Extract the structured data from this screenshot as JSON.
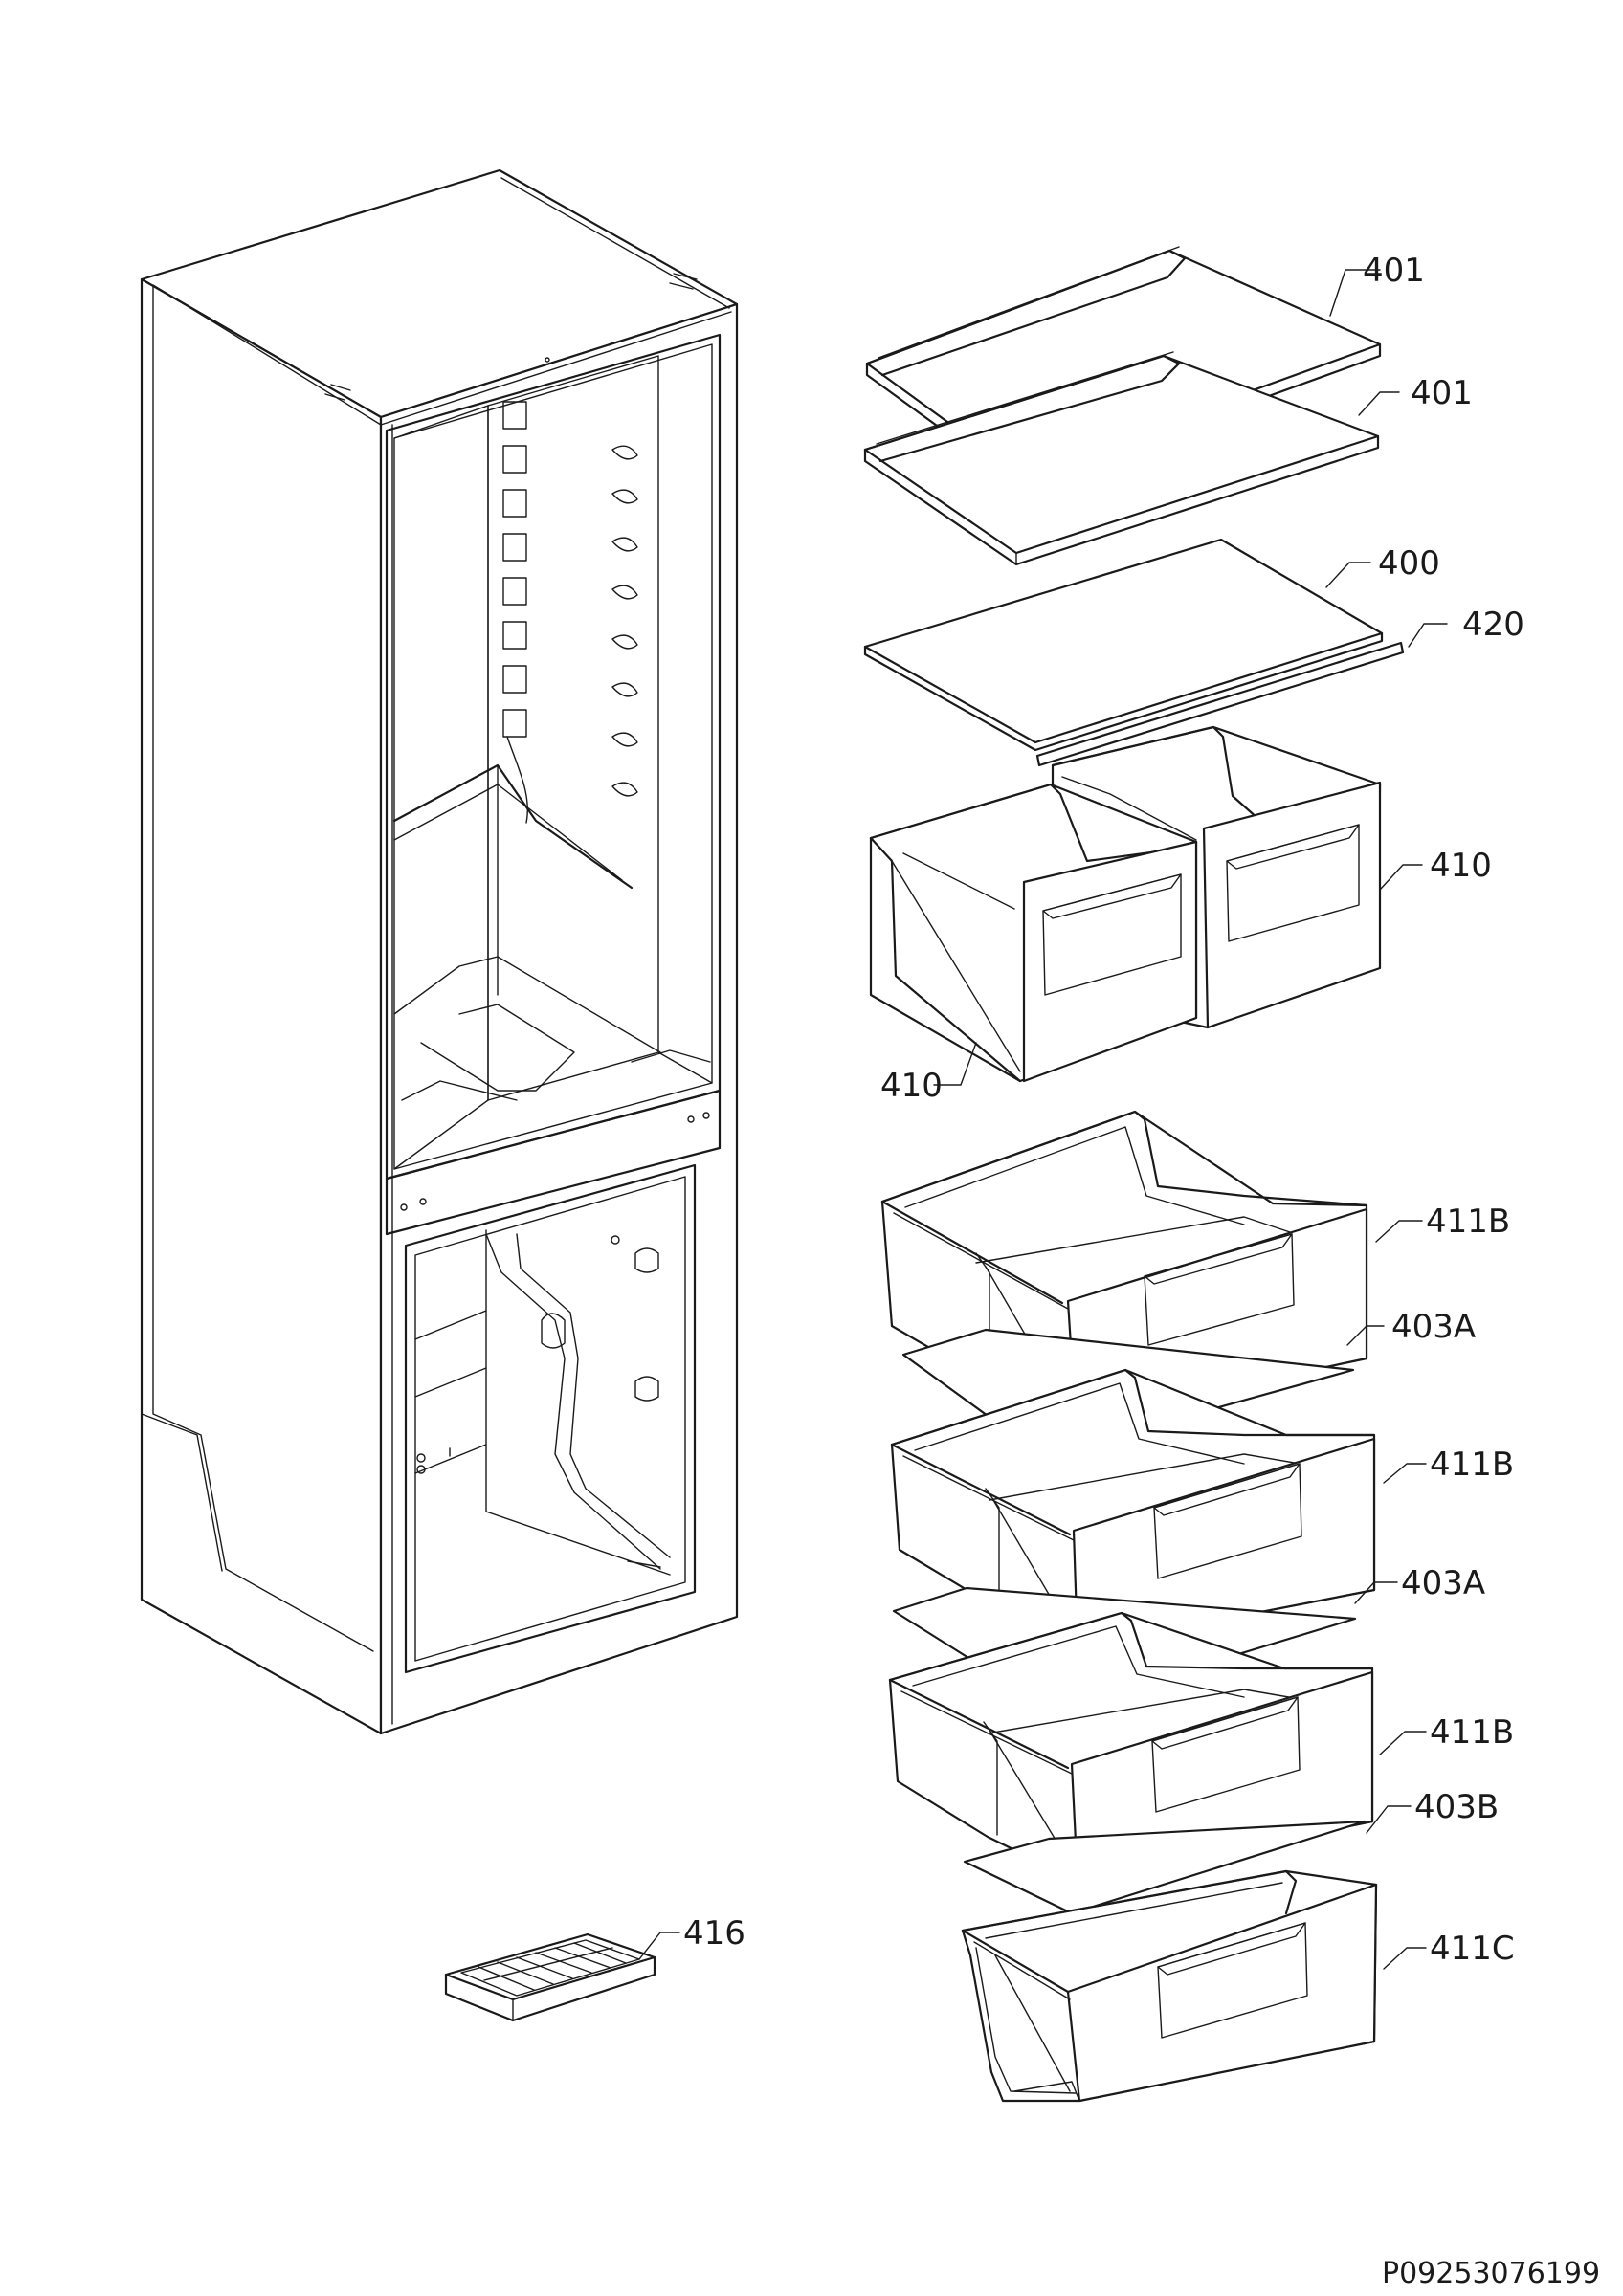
{
  "diagram": {
    "drawing_code": "P09253076199",
    "part_labels": [
      {
        "id": "p401a",
        "text": "401"
      },
      {
        "id": "p401b",
        "text": "401"
      },
      {
        "id": "p400",
        "text": "400"
      },
      {
        "id": "p420",
        "text": "420"
      },
      {
        "id": "p410r",
        "text": "410"
      },
      {
        "id": "p410l",
        "text": "410"
      },
      {
        "id": "p411b1",
        "text": "411B"
      },
      {
        "id": "p403a1",
        "text": "403A"
      },
      {
        "id": "p411b2",
        "text": "411B"
      },
      {
        "id": "p403a2",
        "text": "403A"
      },
      {
        "id": "p411b3",
        "text": "411B"
      },
      {
        "id": "p403b",
        "text": "403B"
      },
      {
        "id": "p411c",
        "text": "411C"
      },
      {
        "id": "p416",
        "text": "416"
      }
    ]
  }
}
